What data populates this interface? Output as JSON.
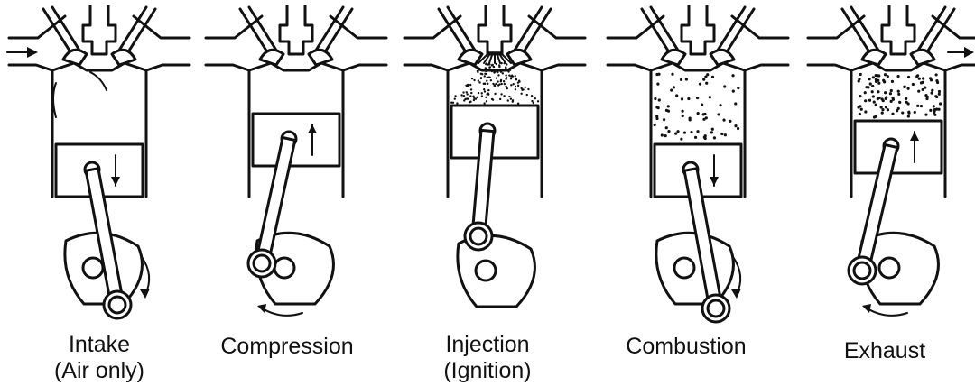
{
  "stages": [
    {
      "label": "Intake",
      "sublabel": "(Air only)",
      "piston": "down",
      "contents": "none"
    },
    {
      "label": "Compression",
      "sublabel": "",
      "piston": "up",
      "contents": "none"
    },
    {
      "label": "Injection",
      "sublabel": "(Ignition)",
      "piston": "top",
      "contents": "spray"
    },
    {
      "label": "Combustion",
      "sublabel": "",
      "piston": "down",
      "contents": "dots"
    },
    {
      "label": "Exhaust",
      "sublabel": "",
      "piston": "up",
      "contents": "dots"
    }
  ]
}
